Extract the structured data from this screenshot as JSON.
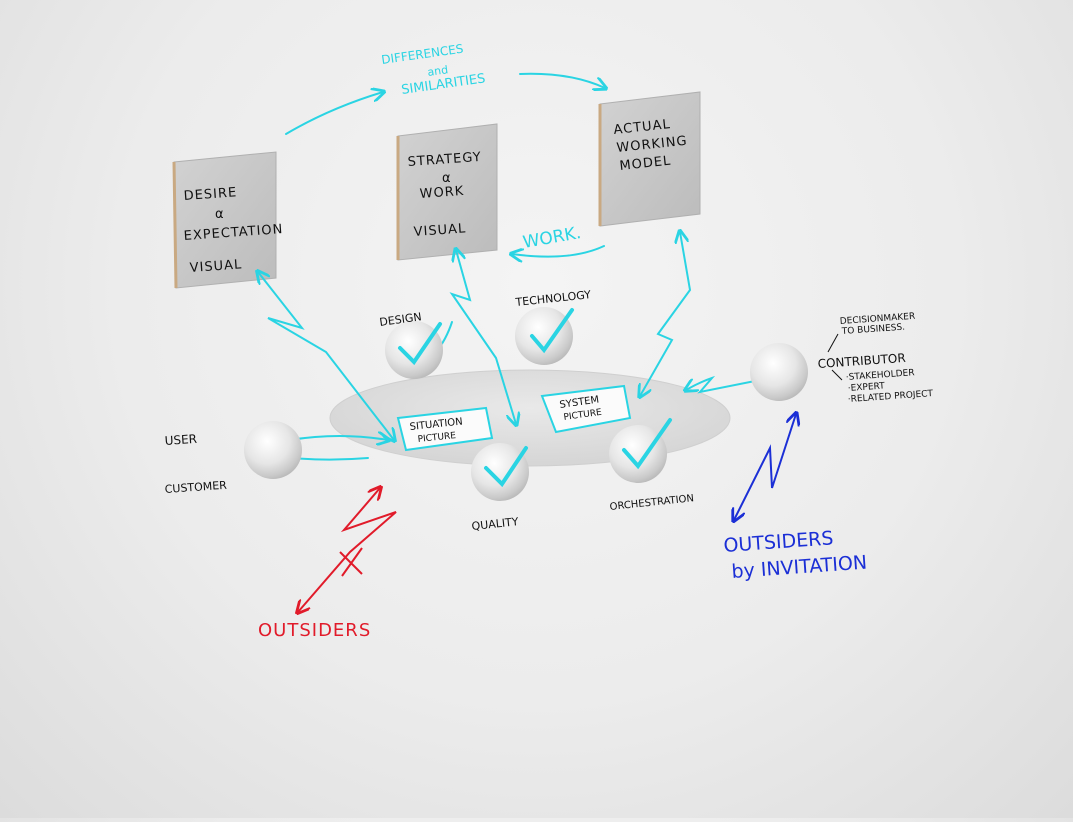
{
  "colors": {
    "cyan": "#2ad4e3",
    "red": "#e11b2a",
    "blue": "#1b2fd6",
    "ink": "#111111"
  },
  "header": {
    "differences": "DIFFERENCES",
    "and": "and",
    "similarities": "SIMILARITIES"
  },
  "boards": {
    "left": {
      "line1": "DESIRE",
      "line2": "α",
      "line3": "EXPECTATION",
      "line4": "VISUAL"
    },
    "middle": {
      "line1": "STRATEGY",
      "line2": "α",
      "line3": "WORK",
      "line4": "VISUAL"
    },
    "right": {
      "line1": "ACTUAL",
      "line2": "WORKING",
      "line3": "MODEL"
    }
  },
  "work_label": "WORK.",
  "spheres": {
    "design": "DESIGN",
    "technology": "TECHNOLOGY",
    "quality": "QUALITY",
    "orchestration": "ORCHESTRATION",
    "contributor": "CONTRIBUTOR"
  },
  "cards": {
    "situation": {
      "line1": "SITUATION",
      "line2": "PICTURE"
    },
    "system": {
      "line1": "SYSTEM",
      "line2": "PICTURE"
    }
  },
  "user": {
    "user": "USER",
    "customer": "CUSTOMER"
  },
  "contributor_notes": {
    "decision1": "DECISIONMAKER",
    "decision2": "TO BUSINESS.",
    "stakeholder": "·STAKEHOLDER",
    "expert": "·EXPERT",
    "related": "·RELATED PROJECT"
  },
  "outsiders": "OUTSIDERS",
  "outsiders_invitation": {
    "line1": "OUTSIDERS",
    "line2": "by INVITATION"
  }
}
